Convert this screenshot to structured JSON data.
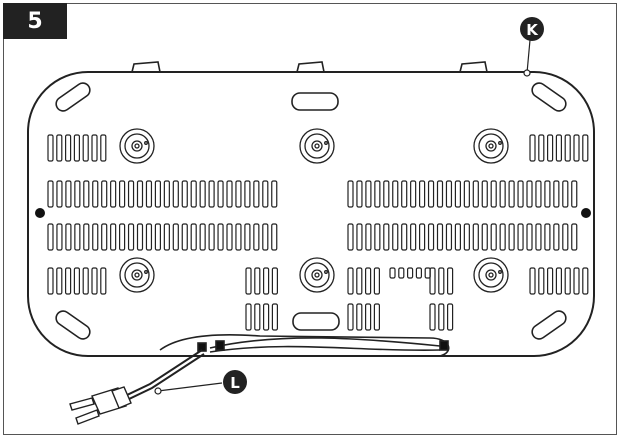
{
  "step": {
    "number": "5"
  },
  "callouts": {
    "k": "K",
    "l": "L"
  }
}
